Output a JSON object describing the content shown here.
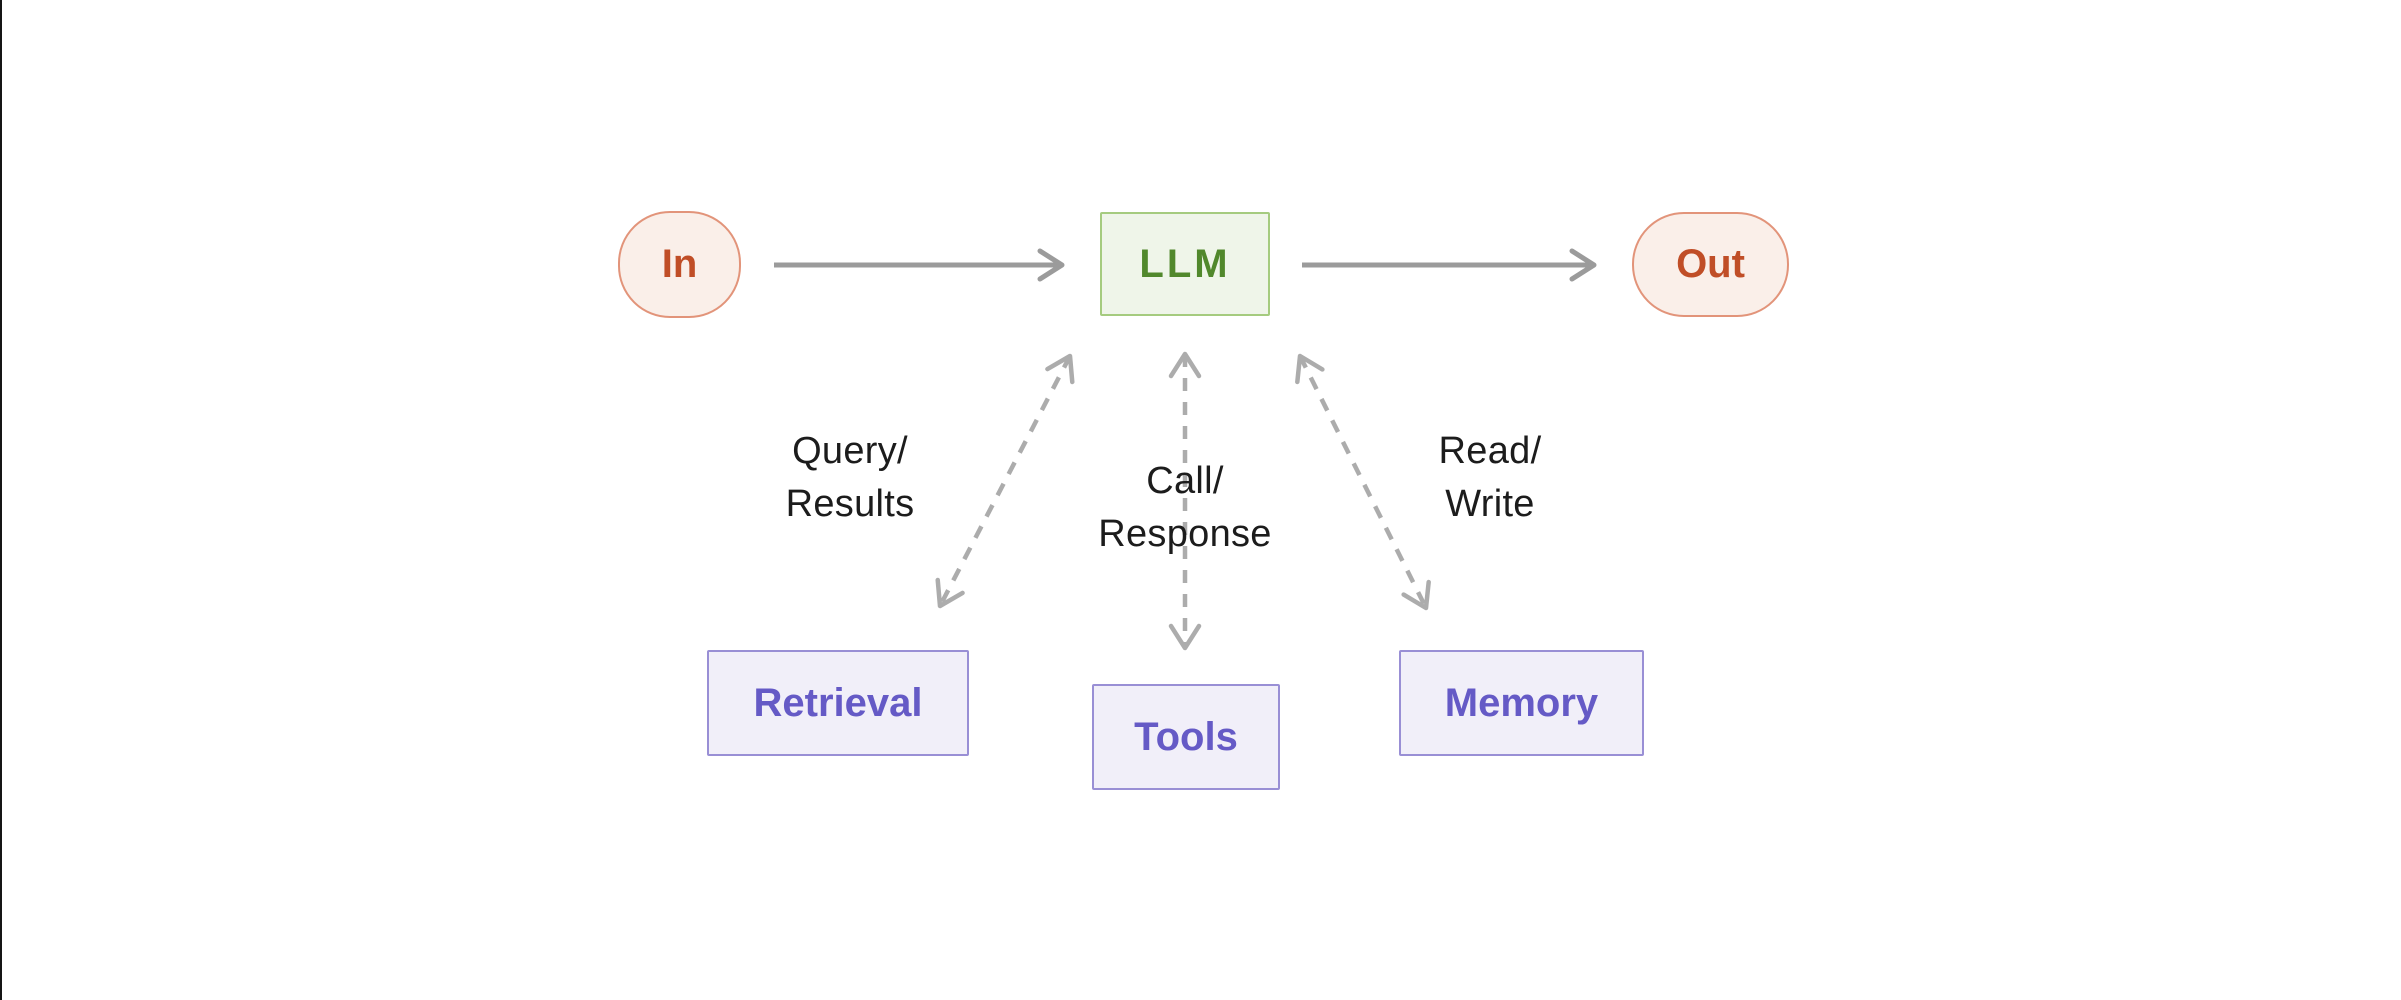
{
  "diagram": {
    "title": "LLM system diagram",
    "nodes": {
      "in": {
        "label": "In"
      },
      "llm": {
        "label": "LLM"
      },
      "out": {
        "label": "Out"
      },
      "retrieval": {
        "label": "Retrieval"
      },
      "tools": {
        "label": "Tools"
      },
      "memory": {
        "label": "Memory"
      }
    },
    "edges": {
      "in_to_llm": {
        "type": "solid-arrow"
      },
      "llm_to_out": {
        "type": "solid-arrow"
      },
      "retrieval_link": {
        "type": "dashed-bidirectional",
        "line1": "Query/",
        "line2": "Results"
      },
      "tools_link": {
        "type": "dashed-bidirectional",
        "line1": "Call/",
        "line2": "Response"
      },
      "memory_link": {
        "type": "dashed-bidirectional",
        "line1": "Read/",
        "line2": "Write"
      }
    },
    "colors": {
      "background": "#ffffff",
      "io_fill": "#faefe9",
      "io_border": "#e2947a",
      "io_text": "#c04e27",
      "llm_fill": "#eff5e9",
      "llm_border": "#a5cb7f",
      "llm_text": "#51882c",
      "module_fill": "#f1eff9",
      "module_border": "#998fd5",
      "module_text": "#655ac6",
      "solid_arrow": "#9b9b9b",
      "dashed_arrow": "#acacac",
      "label_text": "#1c1c1c"
    }
  }
}
